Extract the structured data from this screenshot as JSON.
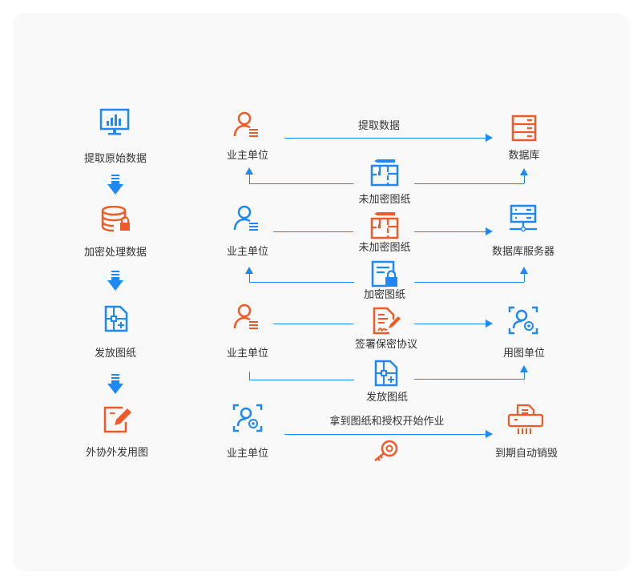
{
  "colors": {
    "blue": "#1e88f5",
    "orange": "#f05a28",
    "background": "#f9f9f9"
  },
  "left_steps": [
    {
      "label": "提取原始数据",
      "icon": "monitor-chart-icon"
    },
    {
      "label": "加密处理数据",
      "icon": "database-lock-icon"
    },
    {
      "label": "发放图纸",
      "icon": "blueprint-icon"
    },
    {
      "label": "外协外发用图",
      "icon": "edit-icon"
    }
  ],
  "rows": [
    {
      "source": "业主单位",
      "target": "数据库",
      "action": "提取数据",
      "return_item": "未加密图纸"
    },
    {
      "source": "业主单位",
      "target": "数据库服务器",
      "item": "未加密图纸",
      "return_item": "加密图纸"
    },
    {
      "source": "业主单位",
      "target": "用图单位",
      "item": "签署保密协议",
      "return_item": "发放图纸"
    },
    {
      "source": "业主单位",
      "target": "到期自动销毁",
      "action": "拿到图纸和授权开始作业"
    }
  ]
}
